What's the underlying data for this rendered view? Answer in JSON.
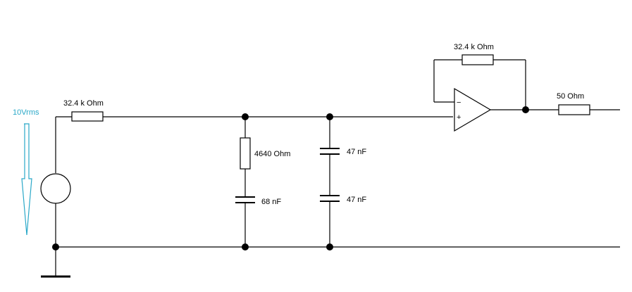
{
  "colors": {
    "wire": "#000000",
    "source_arrow": "#2aa8c8",
    "background": "#ffffff"
  },
  "source": {
    "label": "10Vrms"
  },
  "components": {
    "r_in": {
      "label": "32.4 k Ohm"
    },
    "r_shunt": {
      "label": "4640  Ohm"
    },
    "c_shunt": {
      "label": "68 nF"
    },
    "c_top": {
      "label": "47 nF"
    },
    "c_bottom": {
      "label": "47 nF"
    },
    "r_feedback": {
      "label": "32.4 k Ohm"
    },
    "r_out": {
      "label": "50  Ohm"
    }
  },
  "opamp": {
    "inverting_sign": "−",
    "noninverting_sign": "+"
  },
  "icons": {
    "source": "ac-voltage-source-icon",
    "ground": "ground-icon",
    "opamp": "opamp-icon"
  }
}
